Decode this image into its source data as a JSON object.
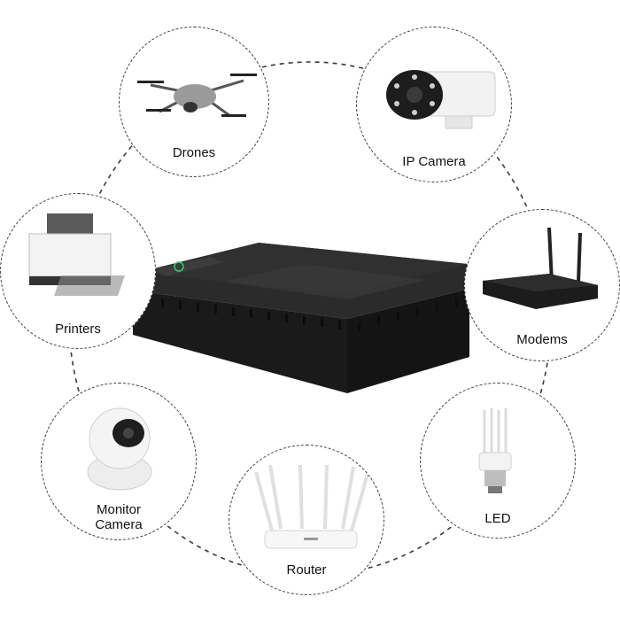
{
  "scene": {
    "center_product": "black mini DC UPS unit with small LED display",
    "ring_style": "dashed circular path connecting device bubbles"
  },
  "bubbles": [
    {
      "id": "drones",
      "label": "Drones",
      "icon": "drone-icon"
    },
    {
      "id": "ip-camera",
      "label": "IP Camera",
      "icon": "ip-camera-icon"
    },
    {
      "id": "modems",
      "label": "Modems",
      "icon": "modem-icon"
    },
    {
      "id": "led",
      "label": "LED",
      "icon": "led-bulb-icon"
    },
    {
      "id": "router",
      "label": "Router",
      "icon": "router-icon"
    },
    {
      "id": "monitor-camera",
      "label_lines": [
        "Monitor",
        "Camera"
      ],
      "icon": "monitor-camera-icon"
    },
    {
      "id": "printers",
      "label": "Printers",
      "icon": "printer-icon"
    }
  ],
  "colors": {
    "device_body": "#1c1c1c",
    "device_top": "#2a2a2a",
    "display_accent": "#2ecc71",
    "dash_line": "#3a3a3a"
  }
}
